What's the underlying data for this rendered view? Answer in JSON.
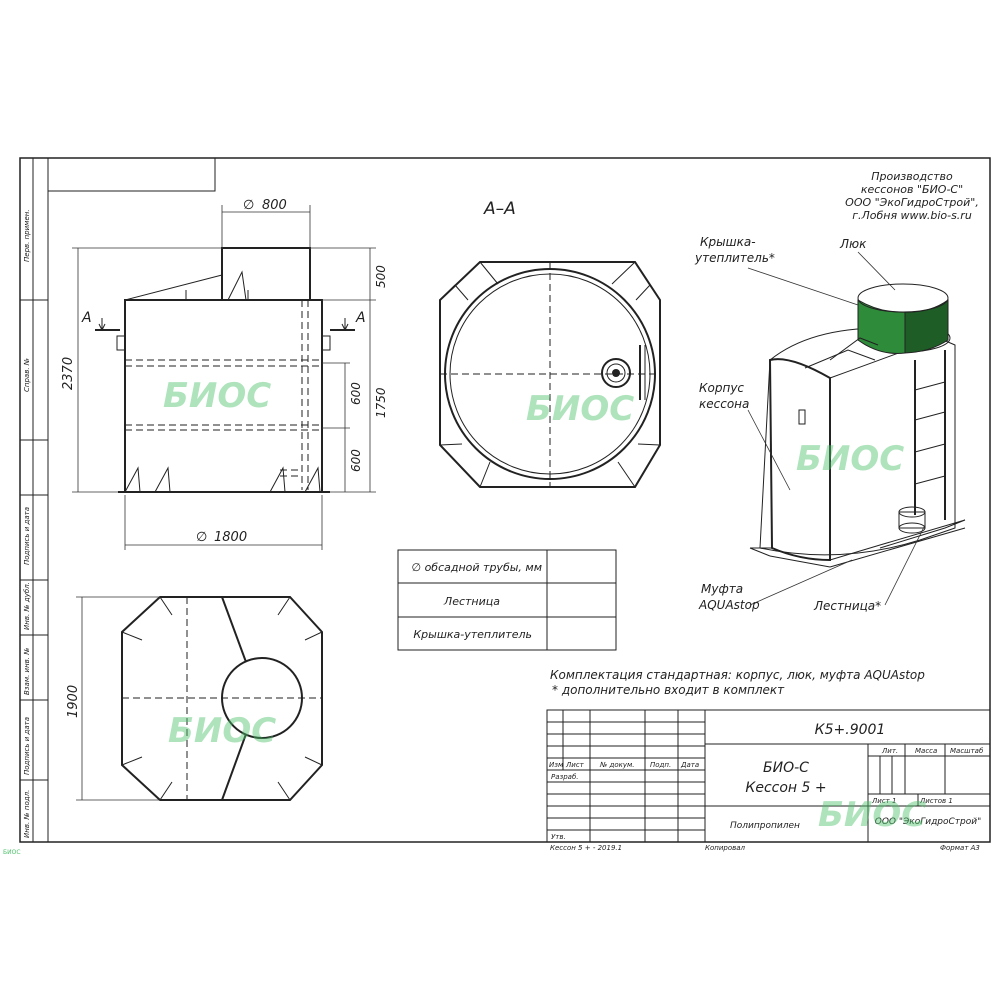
{
  "stamp_side": {
    "perv_primen": "Перв. примен.",
    "sprav_no": "Справ. №",
    "podpis_data_1": "Подпись и дата",
    "inv_dubl": "Инв. № дубл.",
    "vzam_inv": "Взам. инв. №",
    "podpis_data_2": "Подпись и дата",
    "inv_podl": "Инв. № подл."
  },
  "manufacturer": {
    "line1": "Производство",
    "line2": "кессонов \"БИО-С\"",
    "line3": "ООО \"ЭкоГидроСтрой\",",
    "line4": "г.Лобня    www.bio-s.ru"
  },
  "front_view": {
    "dim_top_diameter": "800",
    "dim_total_height": "2370",
    "dim_neck_height": "500",
    "dim_body_height": "1750",
    "dim_upper_600": "600",
    "dim_lower_600": "600",
    "dim_bottom_diameter": "1800",
    "section_mark_left": "A",
    "section_mark_right": "A",
    "diameter_symbol": "∅"
  },
  "section_view": {
    "title": "A–A"
  },
  "plan_view": {
    "dim_width": "1900"
  },
  "iso_labels": {
    "kryshka": "Крышка-\nутеплитель*",
    "lyuk": "Люк",
    "korpus": "Корпус\nкессона",
    "mufta": "Муфта\nAQUAstop",
    "lestnitsa": "Лестница*"
  },
  "spec_table": {
    "rows": [
      {
        "label": "∅ обсадной трубы, мм",
        "value": ""
      },
      {
        "label": "Лестница",
        "value": ""
      },
      {
        "label": "Крышка-утеплитель",
        "value": ""
      }
    ]
  },
  "notes": {
    "line1": "Комплектация стандартная: корпус, люк, муфта AQUAstop",
    "line2": "* дополнительно входит в комплект"
  },
  "title_block": {
    "doc_code": "К5+.9001",
    "headers": {
      "izm": "Изм",
      "list": "Лист",
      "n_dokum": "№ докум.",
      "podp": "Подп.",
      "data": "Дата"
    },
    "razrab": "Разраб.",
    "utv": "Утв.",
    "product_line1": "БИО-С",
    "product_line2": "Кессон 5 +",
    "material": "Полипропилен",
    "lit": "Лит.",
    "massa": "Масса",
    "masshtab": "Масштаб",
    "list_label": "Лист 1",
    "listov_label": "Листов 1",
    "company": "ООО \"ЭкоГидроСтрой\"",
    "footer_left": "Кессон 5 + - 2019.1",
    "footer_mid": "Копировал",
    "footer_right": "Формат А3"
  },
  "corner_mark": "БИОС",
  "watermark": "БИОС",
  "colors": {
    "lid_green": "#2e8b3a",
    "lid_dark": "#1e5e26",
    "hatch_orange": "#b8702a",
    "watermark": "#4cc26a",
    "line": "#222222"
  }
}
